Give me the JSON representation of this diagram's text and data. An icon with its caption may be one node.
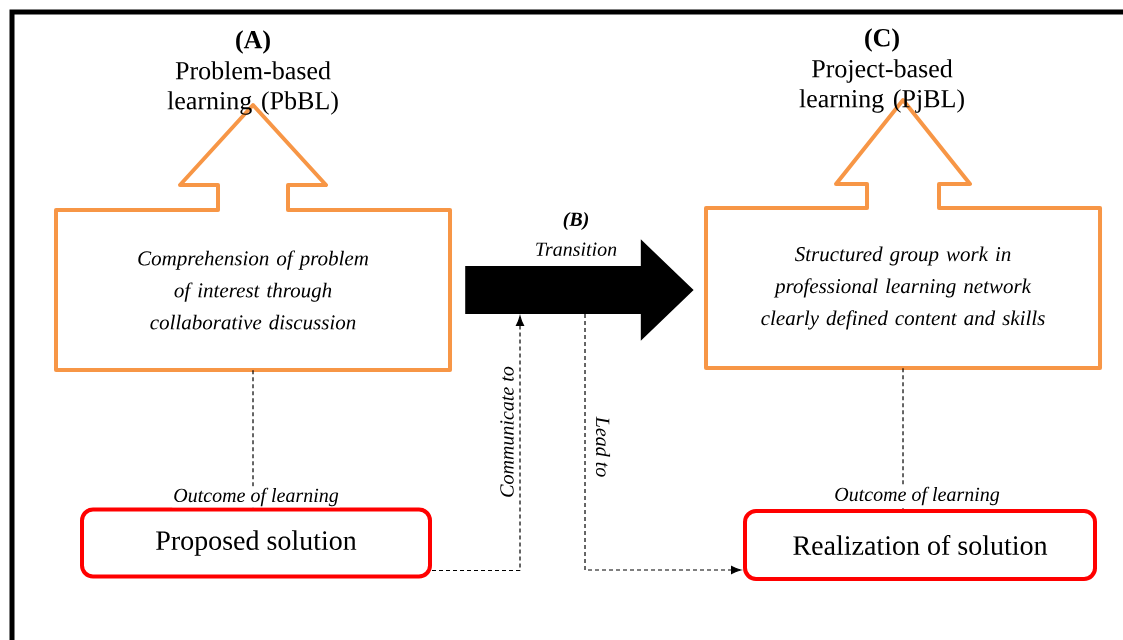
{
  "diagram": {
    "nodes": [
      {
        "text": [
          "(A)",
          "Problem-based learning (PbBL)",
          "Comprehension of problem of interest through collaborative discussion"
        ]
      },
      {
        "text": [
          "(C)",
          "Project-based learning (PjBL)",
          "Structured group work in professional learning network clearly defined content and skills"
        ]
      },
      {
        "text": [
          "Proposed solution"
        ]
      },
      {
        "text": [
          "Realization of solution"
        ]
      }
    ],
    "edges": [
      {
        "from": 0,
        "to": 2,
        "arrow": "none",
        "style": "dashed",
        "label": "Outcome of learning"
      },
      {
        "from": 0,
        "to": 1,
        "arrow": "to",
        "style": "thick",
        "label": "**(B)** Transition"
      },
      {
        "from": 2,
        "to": null,
        "arrow": "to",
        "style": "dashed",
        "label": "Communicate to"
      },
      {
        "from": null,
        "to": 3,
        "arrow": "to",
        "style": "dashed",
        "label": "Lead to"
      },
      {
        "from": 1,
        "to": 3,
        "arrow": "none",
        "style": "dashed",
        "label": "Outcome of learning"
      }
    ]
  }
}
